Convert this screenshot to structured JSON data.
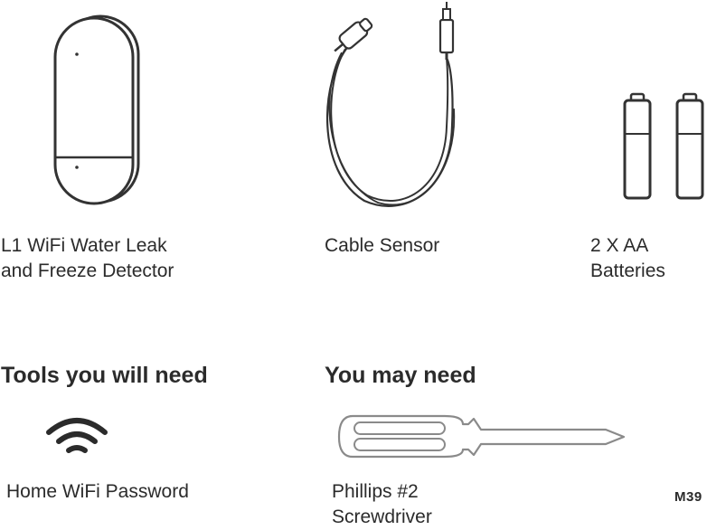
{
  "items": [
    {
      "label_line1": "L1 WiFi Water Leak",
      "label_line2": "and Freeze Detector",
      "icon": "water-leak-detector-icon"
    },
    {
      "label_line1": "Cable Sensor",
      "label_line2": "",
      "icon": "cable-sensor-icon"
    },
    {
      "label_line1": "2 X AA",
      "label_line2": "Batteries",
      "icon": "aa-batteries-icon"
    }
  ],
  "tools": {
    "heading": "Tools you will need",
    "item": {
      "label": "Home WiFi Password",
      "icon": "wifi-icon"
    }
  },
  "optional": {
    "heading": "You may need",
    "item": {
      "label_line1": "Phillips #2",
      "label_line2": "Screwdriver",
      "icon": "screwdriver-icon"
    }
  },
  "page_number": "M39",
  "colors": {
    "text": "#2b2b2b",
    "line": "#333333",
    "screwdriver": "#8a8a8a"
  }
}
